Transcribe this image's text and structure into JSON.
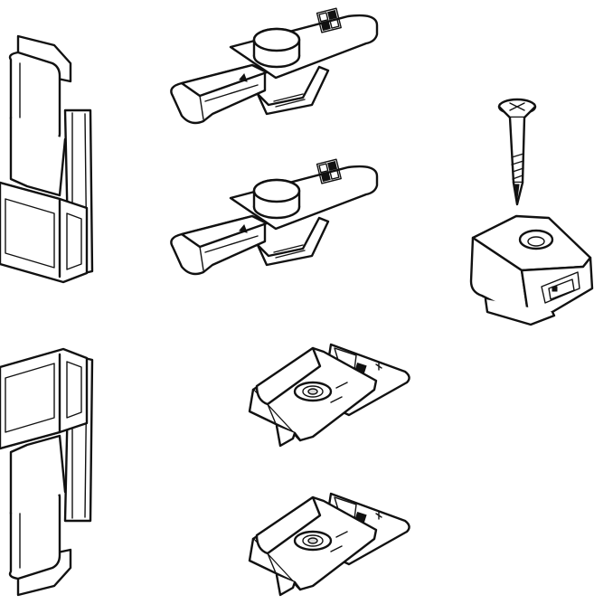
{
  "drawing": {
    "style": "black-line-art",
    "line_color": "#111111",
    "background_color": "#ffffff"
  },
  "parts": [
    {
      "name": "vertical-clip-top",
      "icon": "vertical-bracket"
    },
    {
      "name": "vertical-clip-bottom",
      "icon": "vertical-bracket"
    },
    {
      "name": "sliding-clip-1",
      "icon": "sliding-clip-with-knob"
    },
    {
      "name": "sliding-clip-2",
      "icon": "sliding-clip-with-knob"
    },
    {
      "name": "adjuster-plate-1",
      "icon": "adjuster-plate"
    },
    {
      "name": "adjuster-plate-2",
      "icon": "adjuster-plate"
    },
    {
      "name": "countersunk-screw",
      "icon": "screw"
    },
    {
      "name": "screw-block",
      "icon": "mounting-block"
    }
  ]
}
